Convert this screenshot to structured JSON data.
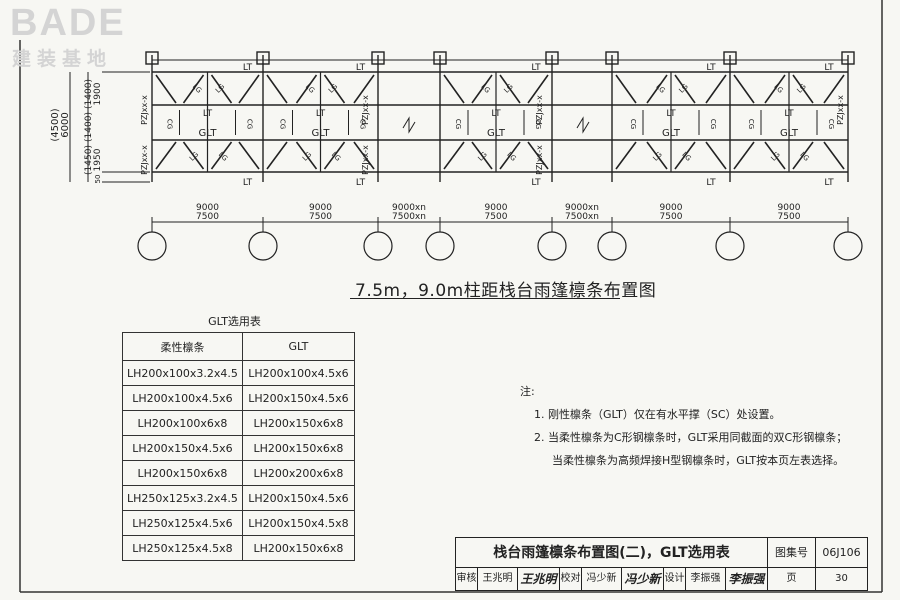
{
  "logo": {
    "brand": "BADE",
    "subtitle": "建装基地"
  },
  "plan": {
    "title": "7.5m，9.0m柱距栈台雨篷檩条布置图",
    "labels": {
      "lt": "LT",
      "lg": "LG",
      "cg": "CG",
      "glt": "GLT",
      "pz": "PZJxx-x"
    },
    "dims_left": [
      "1900",
      "(1400)",
      "(1400)",
      "1950",
      "(1450)",
      "50",
      "(4500)",
      "6000"
    ],
    "spans": [
      {
        "top": "9000",
        "bottom": "7500"
      },
      {
        "top": "9000",
        "bottom": "7500"
      },
      {
        "top": "9000xn",
        "bottom": "7500xn"
      },
      {
        "top": "9000",
        "bottom": "7500"
      },
      {
        "top": "9000xn",
        "bottom": "7500xn"
      },
      {
        "top": "9000",
        "bottom": "7500"
      },
      {
        "top": "9000",
        "bottom": "7500"
      }
    ]
  },
  "glt_table": {
    "title": "GLT选用表",
    "headers": [
      "柔性檩条",
      "GLT"
    ],
    "rows": [
      [
        "LH200x100x3.2x4.5",
        "LH200x100x4.5x6"
      ],
      [
        "LH200x100x4.5x6",
        "LH200x150x4.5x6"
      ],
      [
        "LH200x100x6x8",
        "LH200x150x6x8"
      ],
      [
        "LH200x150x4.5x6",
        "LH200x150x6x8"
      ],
      [
        "LH200x150x6x8",
        "LH200x200x6x8"
      ],
      [
        "LH250x125x3.2x4.5",
        "LH200x150x4.5x6"
      ],
      [
        "LH250x125x4.5x6",
        "LH200x150x4.5x8"
      ],
      [
        "LH250x125x4.5x8",
        "LH200x150x6x8"
      ]
    ]
  },
  "notes": {
    "label": "注:",
    "item1": "1.  刚性檩条（GLT）仅在有水平撑（SC）处设置。",
    "item2": "2.  当柔性檩条为C形钢檩条时，GLT采用同截面的双C形钢檩条；",
    "item2b": "当柔性檩条为高频焊接H型钢檩条时，GLT按本页左表选择。"
  },
  "title_block": {
    "title": "栈台雨篷檩条布置图(二)，GLT选用表",
    "atlas_label": "图集号",
    "atlas_no": "06J106",
    "review_label": "审核",
    "review_name": "王兆明",
    "review_sig": "王兆明",
    "check_label": "校对",
    "check_name": "冯少新",
    "check_sig": "冯少新",
    "design_label": "设计",
    "design_name": "李振强",
    "design_sig": "李振强",
    "page_label": "页",
    "page_no": "30"
  }
}
